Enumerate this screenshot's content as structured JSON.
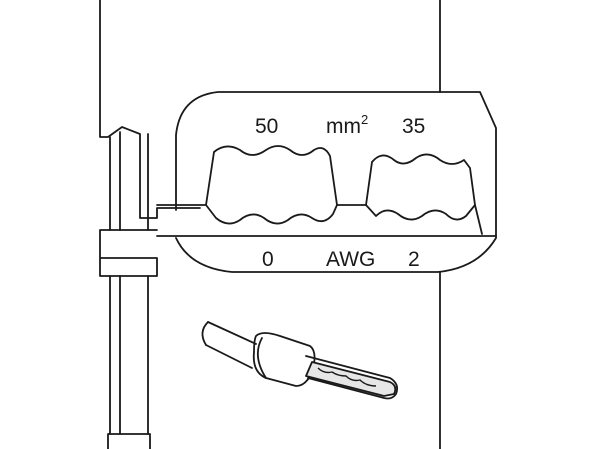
{
  "die": {
    "top_left_size": "50",
    "top_unit": "mm",
    "top_unit_sup": "2",
    "top_right_size": "35",
    "bottom_left_size": "0",
    "bottom_unit": "AWG",
    "bottom_right_size": "2"
  },
  "colors": {
    "line": "#1a1a1a",
    "ferrule_fill": "#e6e6e6",
    "background": "#ffffff"
  }
}
